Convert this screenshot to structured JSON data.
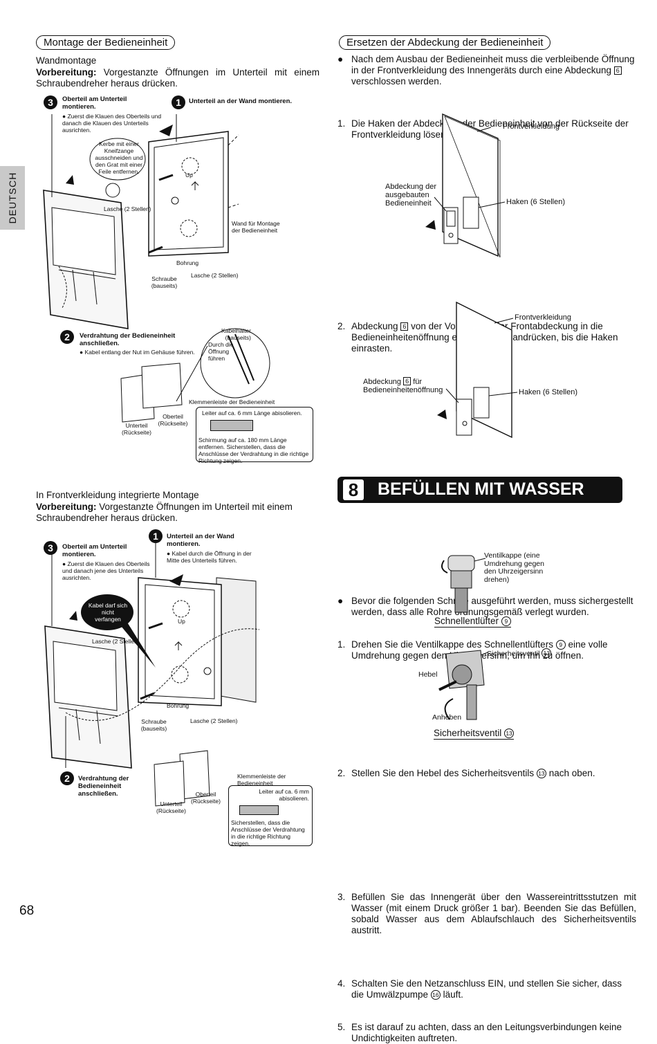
{
  "side_tab": "DEUTSCH",
  "page_number": "68",
  "left": {
    "section_title": "Montage der Bedieneinheit",
    "wall_subtitle": "Wandmontage",
    "prep_label": "Vorbereitung:",
    "prep_text": "Vorgestanzte Öffnungen im Unterteil mit einem Schraubendreher heraus drücken.",
    "fig1": {
      "step3_num": "3",
      "step3_title": "Oberteil am Unterteil montieren.",
      "step3_note": "Zuerst die Klauen des Oberteils und danach die Klauen des Unterteils ausrichten.",
      "step1_num": "1",
      "step1_title": "Unterteil an der Wand montieren.",
      "notch_note": "Kerbe mit einer Kneifzange ausschneiden und den Grat mit einer Feile entfernen.",
      "tab_label": "Lasche (2 Stellen)",
      "wall_label": "Wand für Montage der Bedieneinheit",
      "hole_label": "Bohrung",
      "screw_label": "Schraube (bauseits)",
      "tab2_label": "Lasche (2 Stellen)",
      "up_label": "Up",
      "step2_num": "2",
      "step2_title": "Verdrahtung der Bedieneinheit anschließen.",
      "step2_note": "Kabel entlang der Nut im Gehäuse führen.",
      "cable_holder": "Kabelhalter (bauseits)",
      "through_opening": "Durch die Öffnung führen",
      "terminal_label": "Klemmenleiste der Bedieneinheit",
      "upper_back": "Oberteil (Rückseite)",
      "lower_back": "Unterteil (Rückseite)",
      "strip_note": "Leiter auf ca. 6 mm Länge abisolieren.",
      "shield_note": "Schirmung auf ca. 180 mm Länge entfernen. Sicherstellen, dass die Anschlüsse der Verdrahtung in die richtige Richtung zeigen."
    },
    "flush_subtitle": "In Frontverkleidung integrierte Montage",
    "prep2_label": "Vorbereitung:",
    "prep2_text": "Vorgestanzte Öffnungen im Unterteil mit einem Schraubendreher heraus drücken.",
    "fig2": {
      "step3_num": "3",
      "step3_title": "Oberteil am Unterteil montieren.",
      "step3_note": "Zuerst die Klauen des Oberteils und danach jene des Unterteils ausrichten.",
      "step1_num": "1",
      "step1_title": "Unterteil an der Wand montieren.",
      "step1_note": "Kabel durch die Öffnung in der Mitte des Unterteils führen.",
      "no_pinch": "Kabel darf sich nicht verfangen",
      "tab_label": "Lasche (2 Stellen)",
      "hole_label": "Bohrung",
      "screw_label": "Schraube (bauseits)",
      "tab2_label": "Lasche (2 Stellen)",
      "up_label": "Up",
      "step2_num": "2",
      "step2_title": "Verdrahtung der Bedieneinheit anschließen.",
      "terminal_label": "Klemmenleiste der Bedieneinheit",
      "strip_note": "Leiter auf ca. 6 mm abisolieren.",
      "upper_back": "Oberteil (Rückseite)",
      "lower_back": "Unterteil (Rückseite)",
      "direction_note": "Sicherstellen, dass die Anschlüsse der Verdrahtung in die richtige Richtung zeigen."
    }
  },
  "right": {
    "section_title": "Ersetzen der Abdeckung der Bedieneinheit",
    "bullet": "Nach dem Ausbau der Bedieneinheit muss die verbleibende Öffnung in der Frontverkleidung des Innengeräts durch eine Abdeckung",
    "bullet_ref": "6",
    "bullet_end": "verschlossen werden.",
    "step1_num": "1.",
    "step1": "Die Haken der Abdeckung der Bedieneinheit von der Rückseite der Frontverkleidung lösen.",
    "figA": {
      "panel_label": "Frontverkleidung",
      "cover_label": "Abdeckung der ausgebauten Bedieneinheit",
      "hooks_label": "Haken (6 Stellen)"
    },
    "step2_num": "2.",
    "step2_pre": "Abdeckung",
    "step2_ref": "6",
    "step2_post": "von der Vorderseite der Frontabdeckung in die Bedieneinheitenöffnung einsetzen und andrücken, bis die Haken einrasten.",
    "figB": {
      "panel_label": "Frontverkleidung",
      "cover_pre": "Abdeckung",
      "cover_ref": "6",
      "cover_post": "für Bedieneinheitenöffnung",
      "hooks_label": "Haken (6 Stellen)"
    },
    "chapter_num": "8",
    "chapter_title": "BEFÜLLEN MIT WASSER",
    "fill_bullet": "Bevor die folgenden Schritte ausgeführt werden, muss sichergestellt werden, dass alle Rohre ordnungsgemäß verlegt wurden.",
    "fill1_num": "1.",
    "fill1_pre": "Drehen Sie die Ventilkappe des Schnellentlüfters",
    "fill1_ref": "9",
    "fill1_post": "eine volle Umdrehung gegen den Uhrzeigersinn, um ihn zu öffnen.",
    "valve_cap_label": "Ventilkappe (eine Umdrehung gegen den Uhrzeigersinn drehen)",
    "vent_caption": "Schnellentlüfter",
    "vent_ref": "9",
    "fill2_num": "2.",
    "fill2_pre": "Stellen Sie den Hebel des Sicherheitsventils",
    "fill2_ref": "13",
    "fill2_post": "nach oben.",
    "safety_label": "Sicherheitsventil",
    "safety_ref": "13",
    "lever_label": "Hebel",
    "raise_label": "Anheben",
    "safety_caption": "Sicherheitsventil",
    "safety_caption_ref": "13",
    "fill3_num": "3.",
    "fill3": "Befüllen Sie das Innengerät über den Wassereintrittsstutzen mit Wasser (mit einem Druck größer 1 bar). Beenden Sie das Befüllen, sobald Wasser aus dem Ablaufschlauch des Sicherheitsventils austritt.",
    "fill4_num": "4.",
    "fill4_pre": "Schalten Sie den Netzanschluss EIN, und stellen Sie sicher, dass die Umwälzpumpe",
    "fill4_ref": "16",
    "fill4_post": "läuft.",
    "fill5_num": "5.",
    "fill5": "Es ist darauf zu achten, dass an den Leitungsverbindungen keine Undichtigkeiten auftreten."
  }
}
